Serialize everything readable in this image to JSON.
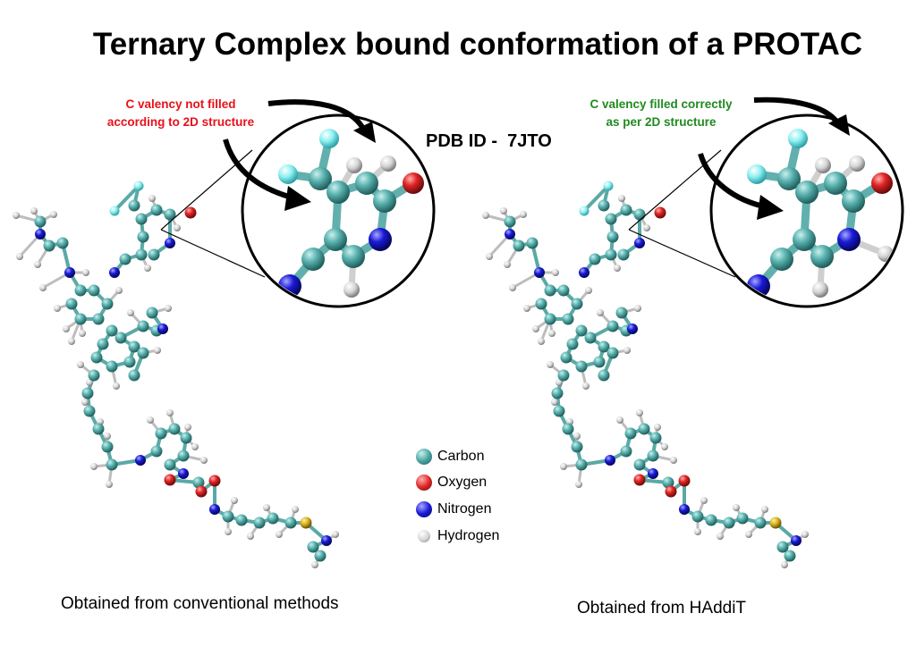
{
  "title": "Ternary Complex bound conformation of a PROTAC",
  "pdb_label": "PDB ID -  7JTO",
  "notes": {
    "left": {
      "line1": "C valency not filled",
      "line2": "according to 2D structure",
      "color": "#e8101a"
    },
    "right": {
      "line1": "C valency filled correctly",
      "line2": "as per 2D structure",
      "color": "#1f8a1f"
    }
  },
  "captions": {
    "left": "Obtained from conventional methods",
    "right": "Obtained from HAddiT"
  },
  "legend": [
    {
      "label": "Carbon",
      "color": "#4aa5a3",
      "icon": "carbon-atom-ball"
    },
    {
      "label": "Oxygen",
      "color": "#e02828",
      "icon": "oxygen-atom-ball"
    },
    {
      "label": "Nitrogen",
      "color": "#1a1ad8",
      "icon": "nitrogen-atom-ball"
    },
    {
      "label": "Hydrogen",
      "color": "#dcdcdc",
      "icon": "hydrogen-atom-ball"
    }
  ]
}
